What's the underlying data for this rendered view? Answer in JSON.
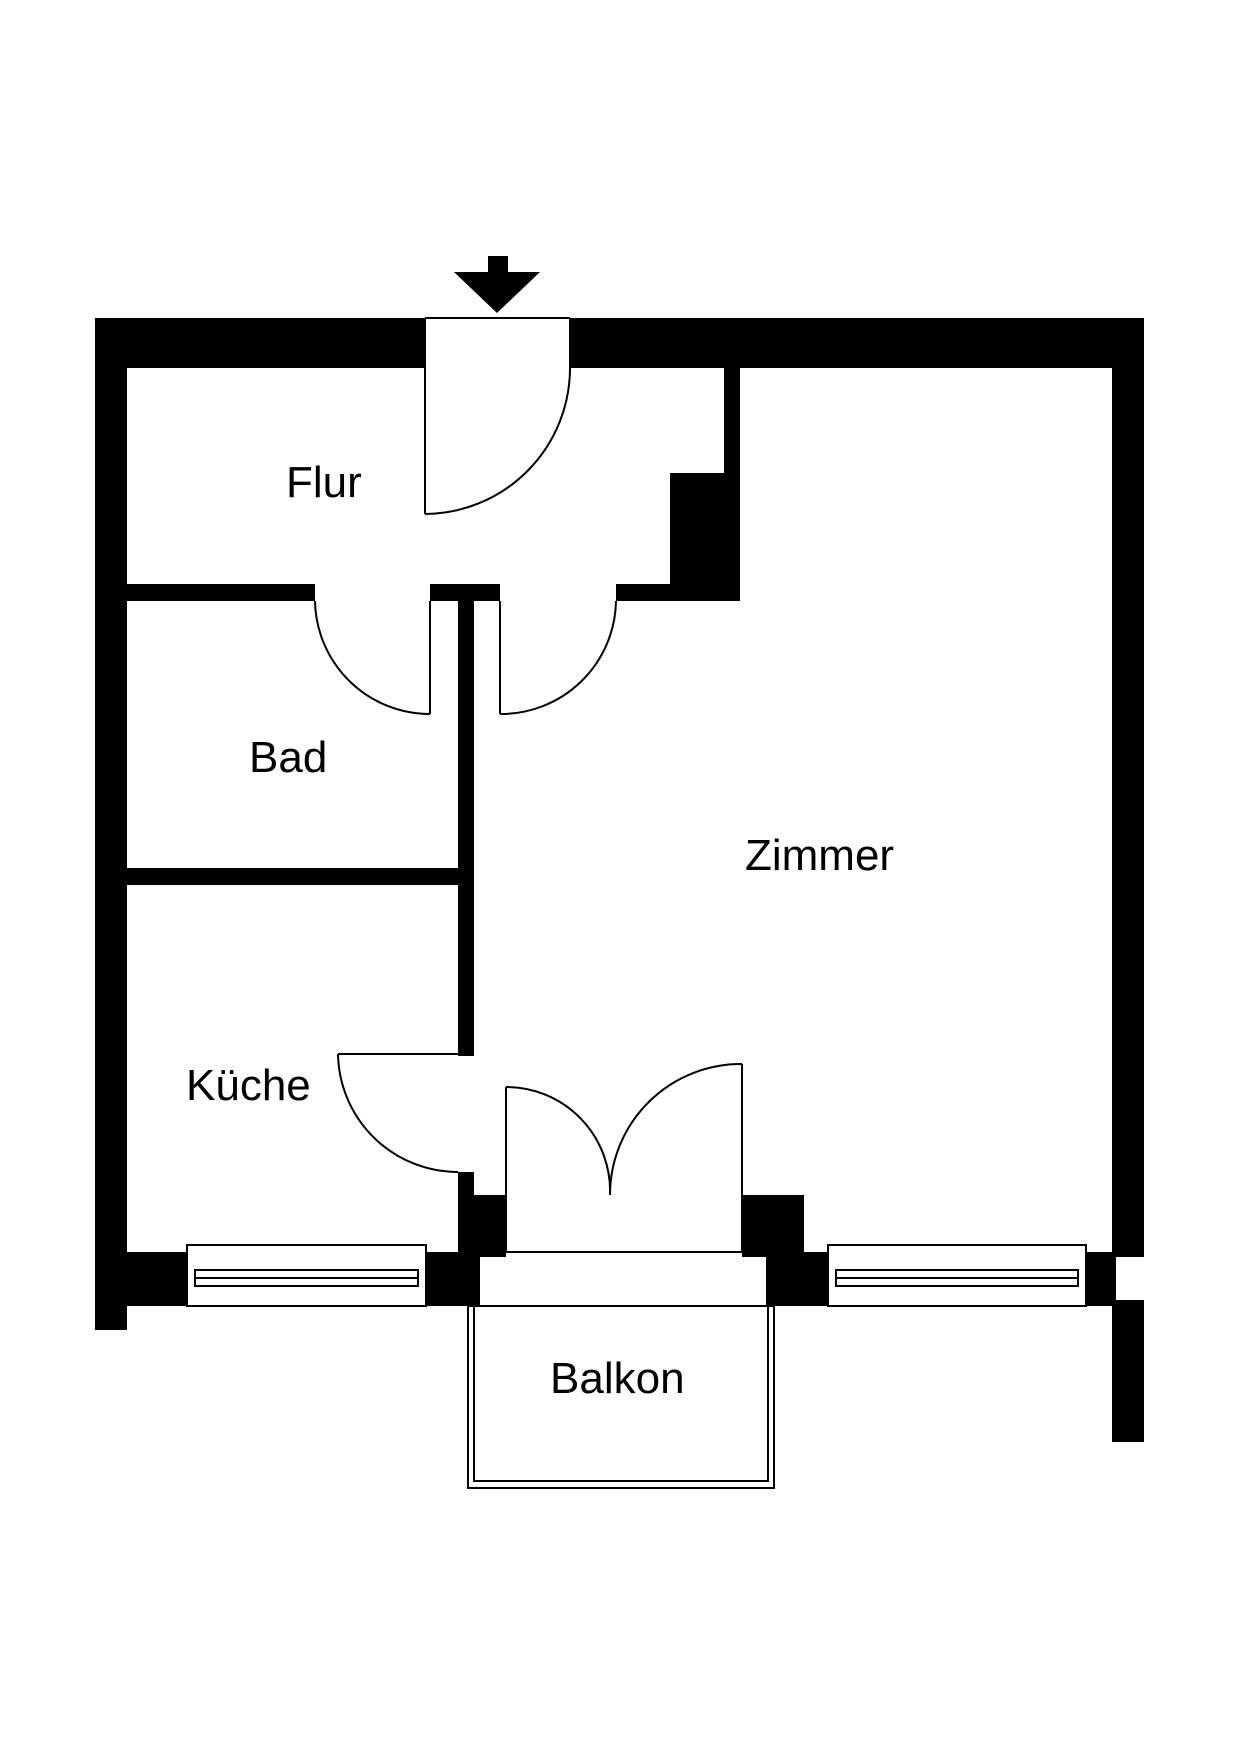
{
  "colors": {
    "wall": "#000000",
    "background": "#ffffff"
  },
  "icons": {
    "entrance": "entrance-arrow-icon"
  },
  "rooms": {
    "flur": "Flur",
    "bad": "Bad",
    "zimmer": "Zimmer",
    "kueche": "Küche",
    "balkon": "Balkon"
  }
}
